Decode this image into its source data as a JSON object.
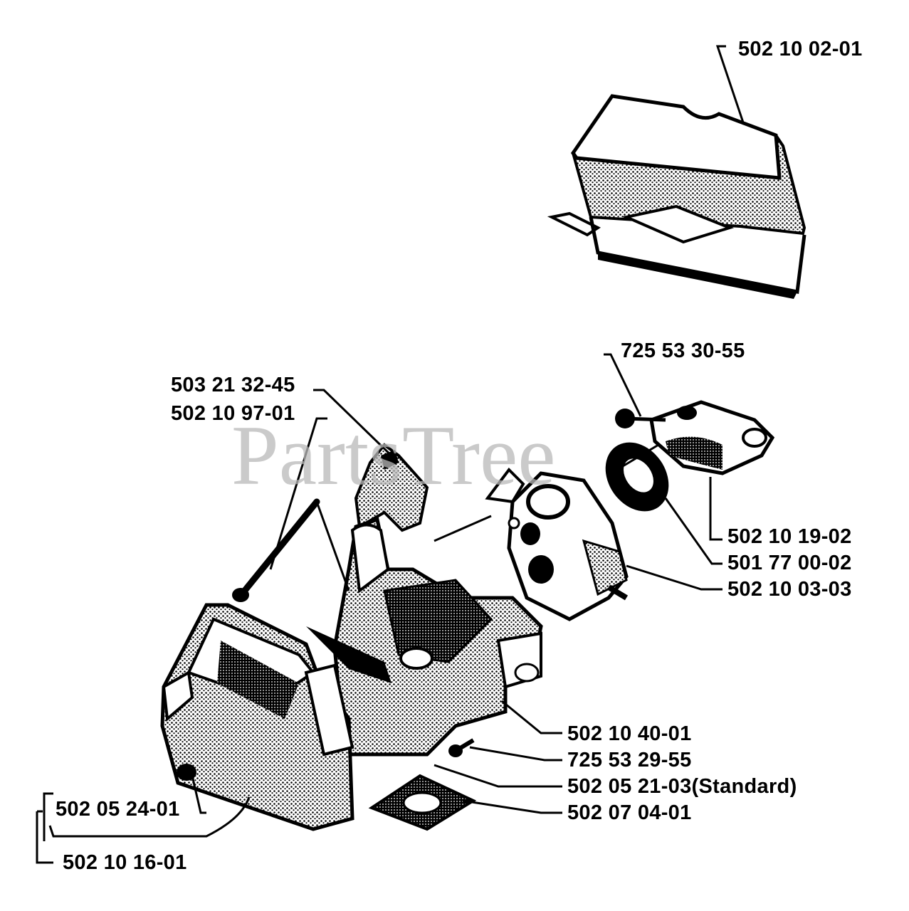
{
  "watermark": "PartsTree",
  "colors": {
    "ink": "#000000",
    "background": "#ffffff",
    "watermark": "#b9b9b9"
  },
  "parts": {
    "air_filter_cover": "502 10 02-01",
    "screw_top": "725 53 30-55",
    "part_503_21_32_45": "503 21 32-45",
    "long_screw": "502 10 97-01",
    "intake_adapter": "502 10 19-02",
    "gasket": "501 77 00-02",
    "carburetor": "502 10 03-03",
    "carb_housing": "502 10 40-01",
    "screw_bottom": "725 53 29-55",
    "air_filter_standard": "502 05 21-03(Standard)",
    "base_gasket": "502 07 04-01",
    "knob": "502 05 24-01",
    "filter_assembly": "502 10 16-01"
  }
}
